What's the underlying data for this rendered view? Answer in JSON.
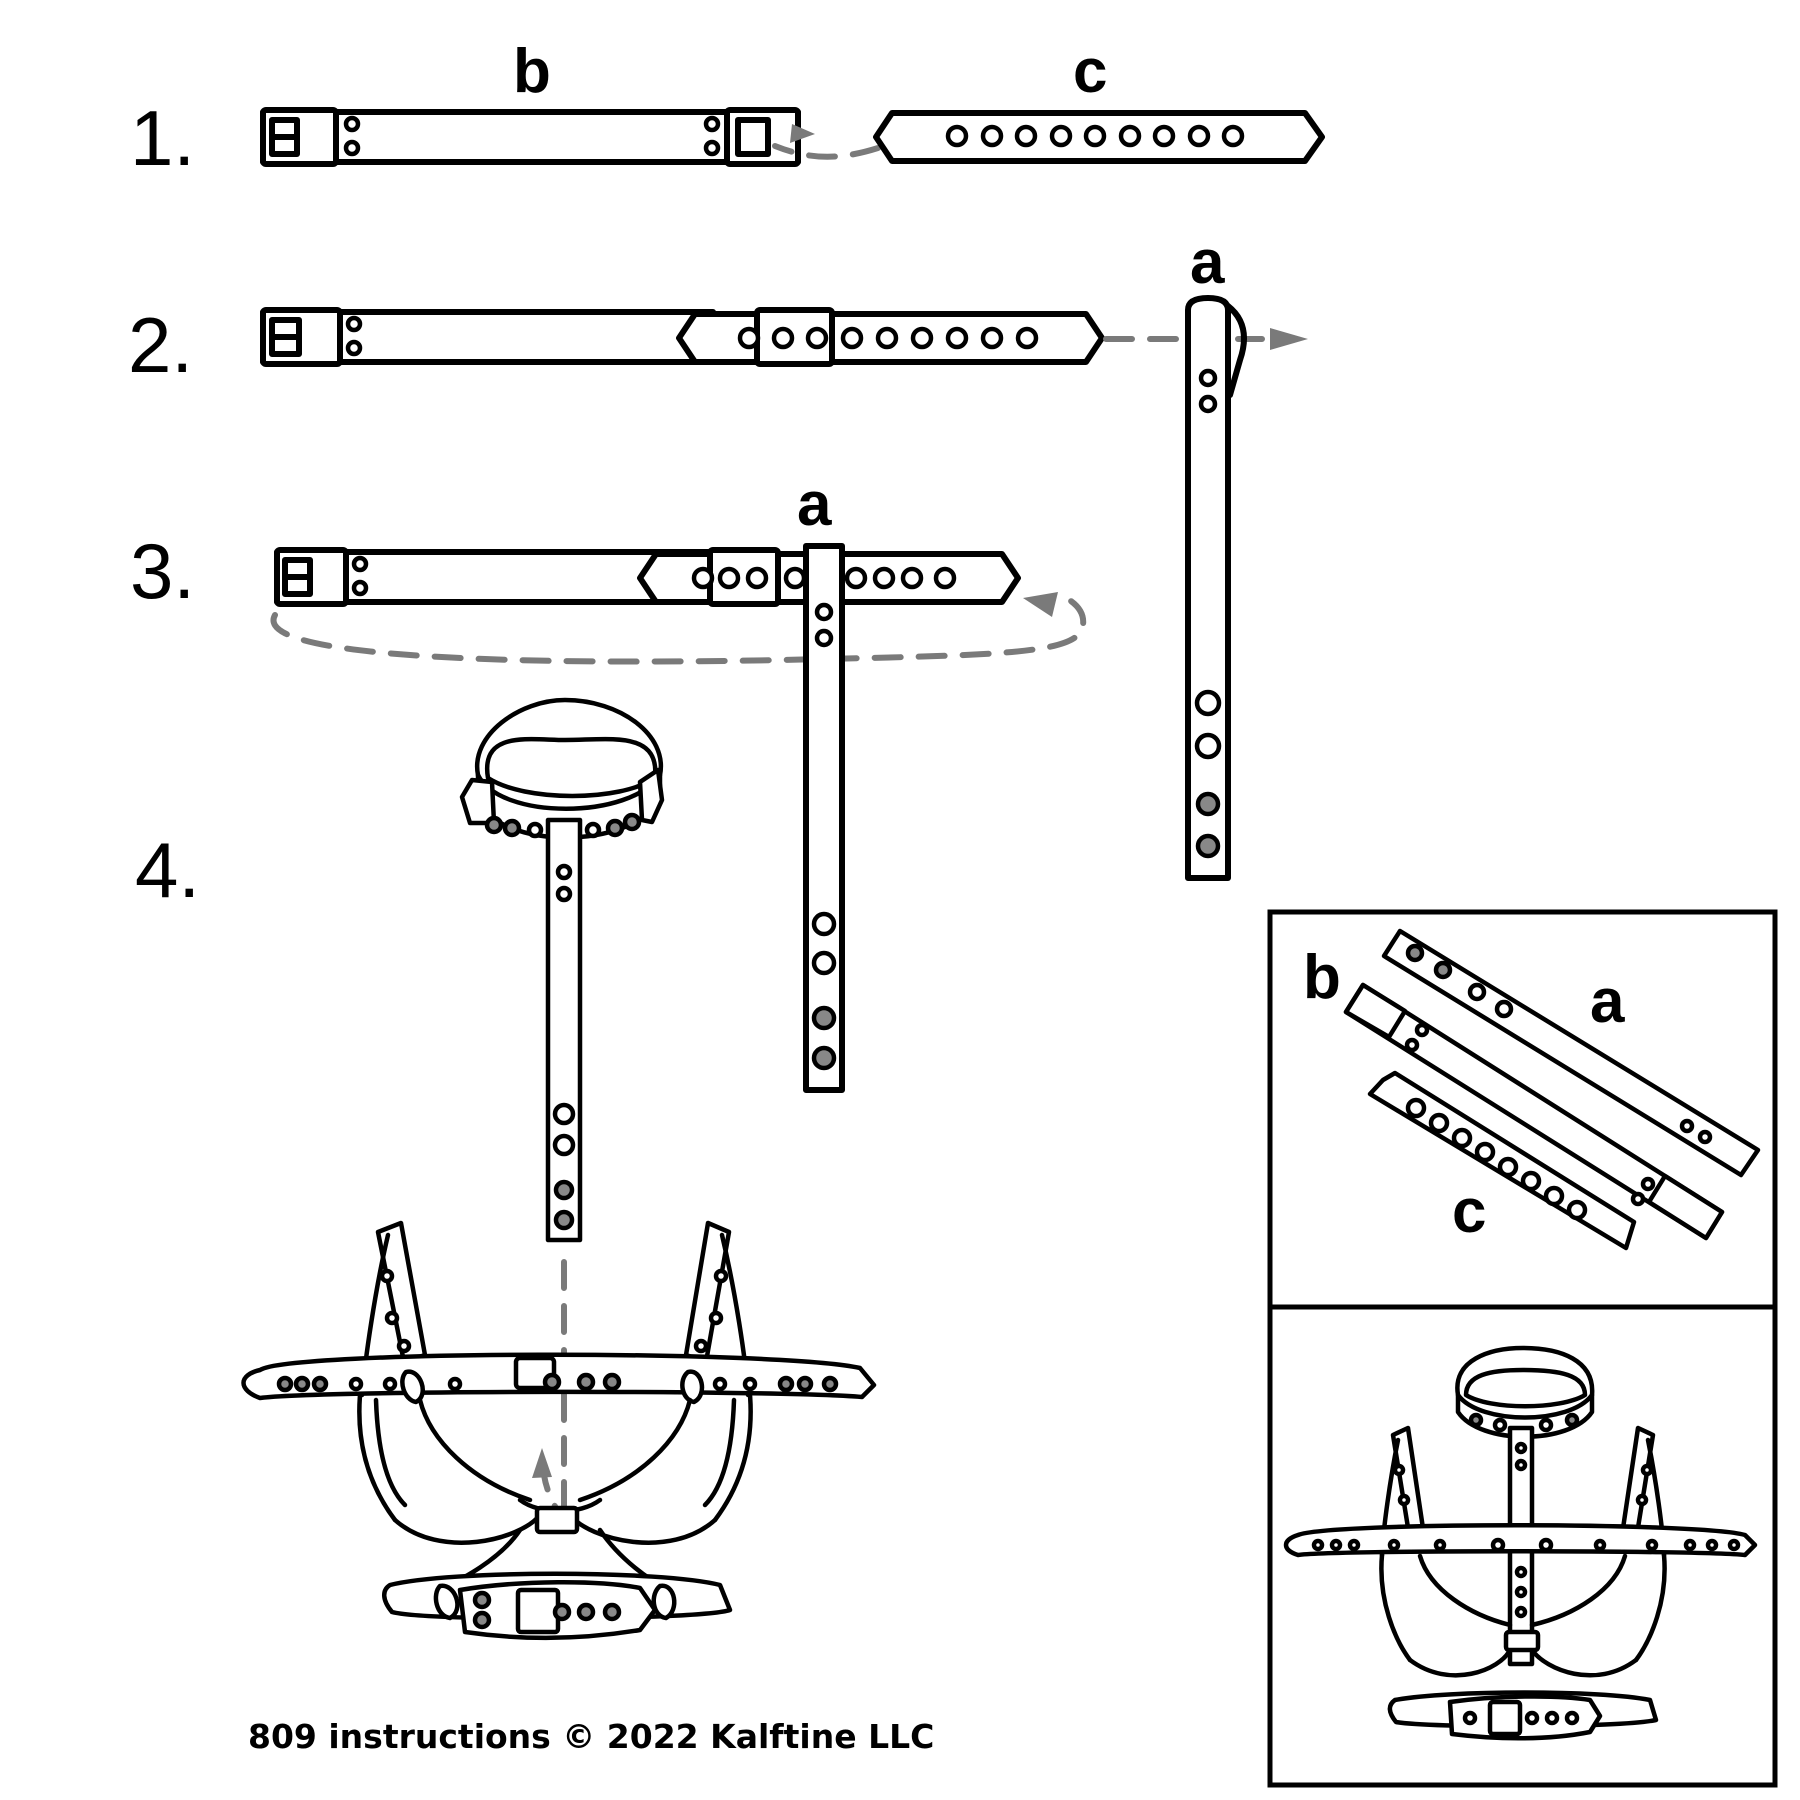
{
  "diagram": {
    "steps": [
      "1.",
      "2.",
      "3.",
      "4."
    ],
    "part_labels": {
      "step1_b": "b",
      "step1_c": "c",
      "step2_a": "a",
      "step3_a": "a",
      "legend_a": "a",
      "legend_b": "b",
      "legend_c": "c"
    },
    "copyright": "809 instructions © 2022 Kalftine LLC"
  },
  "colors": {
    "line": "#000000",
    "guide_arrow": "#7a7a7a",
    "filled_hole": "#888888",
    "background": "#ffffff"
  }
}
